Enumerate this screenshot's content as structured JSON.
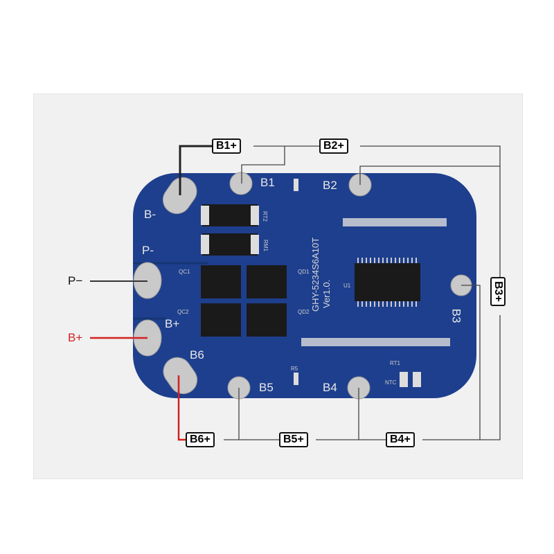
{
  "board": {
    "model": "GHY-5234S6A10T",
    "version": "Ver1.0.",
    "pads": [
      "B-",
      "P-",
      "B+",
      "B6",
      "B1",
      "B2",
      "B3",
      "B4",
      "B5"
    ],
    "components": [
      "RT2",
      "RM1",
      "QC1",
      "QC2",
      "QD1",
      "QD2",
      "U1",
      "RT1",
      "NTC",
      "R5"
    ],
    "color": "#1e3f8e"
  },
  "connectors": {
    "b1": "B1+",
    "b2": "B2+",
    "b3": "B3+",
    "b4": "B4+",
    "b5": "B5+",
    "b6": "B6+"
  },
  "external": {
    "p_minus": "P−",
    "b_plus": "B+",
    "b_plus_color": "#d42020"
  }
}
